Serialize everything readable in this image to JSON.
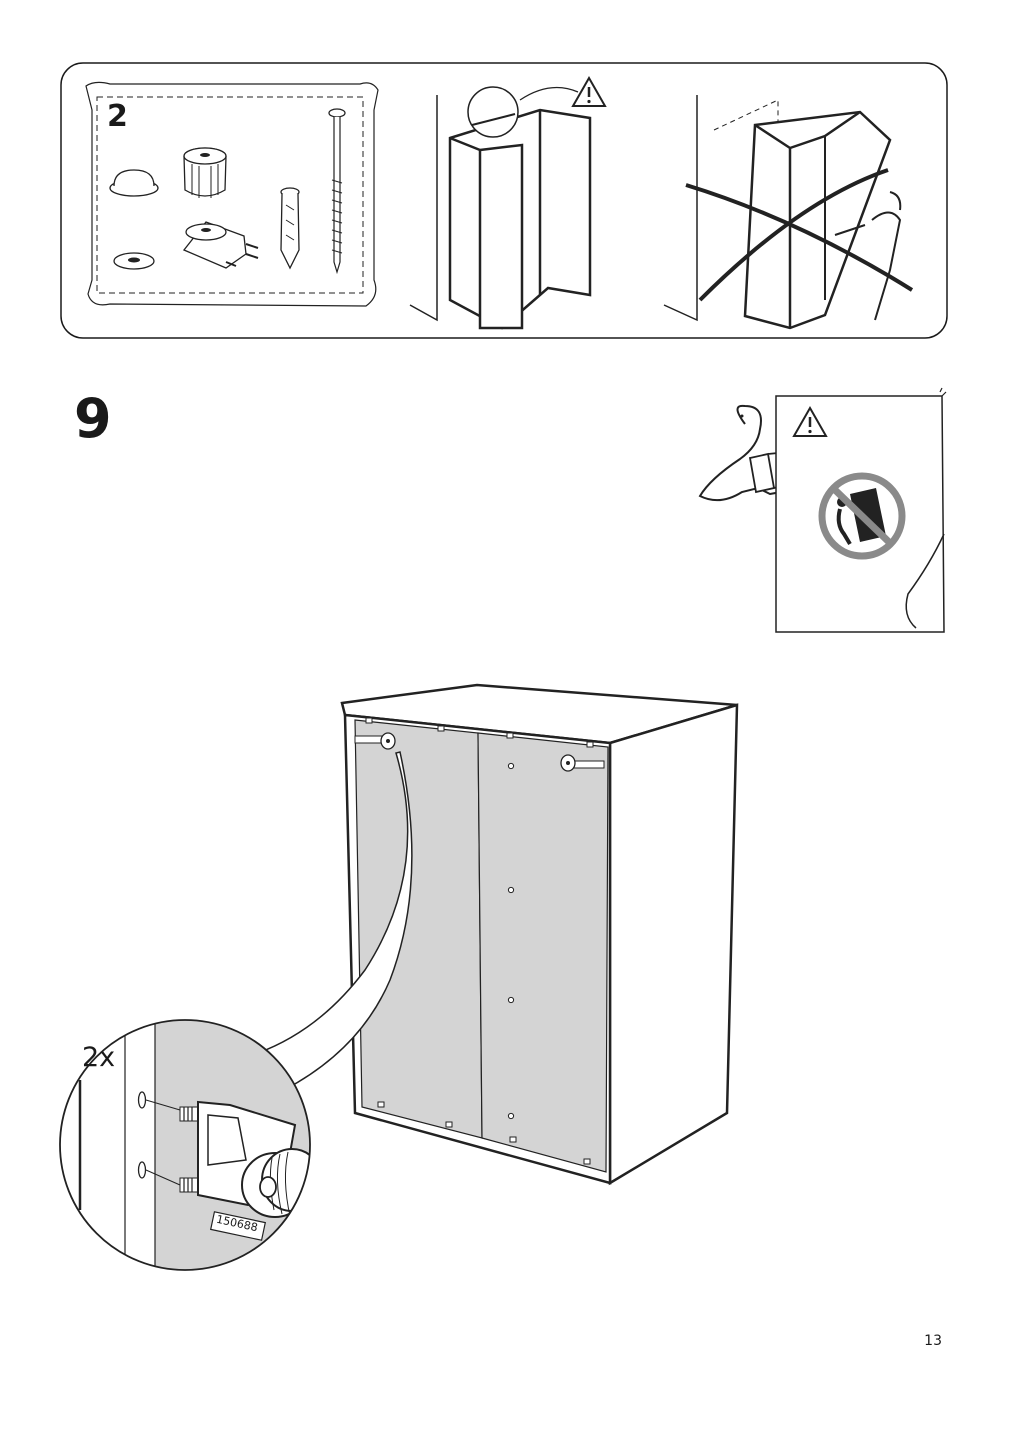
{
  "safety_panel": {
    "kit_count": "2"
  },
  "step": {
    "number": "9",
    "quantity": "2x",
    "part_number": "150688"
  },
  "footer": {
    "page_number": "13"
  },
  "icons": {
    "warning": "warning-triangle-icon",
    "manual": "read-manual-icon",
    "prohibited": "prohibited-tipping-icon"
  }
}
